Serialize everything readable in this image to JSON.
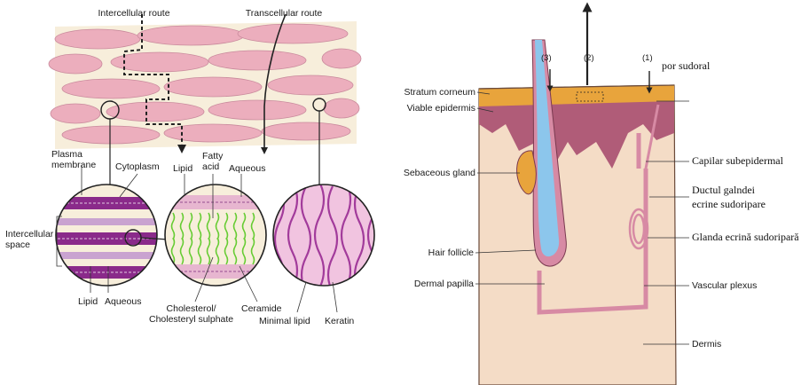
{
  "left_diagram": {
    "route_labels": {
      "intercellular": "Intercellular route",
      "transcellular": "Transcellular route"
    },
    "circle_labels": {
      "plasma_membrane": "Plasma\nmembrane",
      "cytoplasm": "Cytoplasm",
      "intercellular_space": "Intercellular\nspace",
      "lipid_left": "Lipid",
      "aqueous_left": "Aqueous",
      "lipid_mid": "Lipid",
      "fatty_acid": "Fatty\nacid",
      "aqueous_mid": "Aqueous",
      "cholesterol": "Cholesterol/\nCholesteryl sulphate",
      "ceramide": "Ceramide",
      "minimal_lipid": "Minimal lipid",
      "keratin": "Keratin"
    }
  },
  "right_diagram": {
    "arrow_markers": [
      "(3)",
      "(2)",
      "(1)"
    ],
    "labels": {
      "por_sudoral": "por sudoral",
      "stratum_corneum": "Stratum corneum",
      "viable_epidermis": "Viable epidermis",
      "sebaceous_gland": "Sebaceous gland",
      "hair_follicle": "Hair follicle",
      "dermal_papilla": "Dermal papilla",
      "capilar": "Capilar subepidermal",
      "ductul": "Ductul galndei\necrine sudoripare",
      "glanda": "Glanda ecrină sudoripară",
      "vascular_plexus": "Vascular plexus",
      "dermis": "Dermis"
    }
  },
  "colors": {
    "cell_fill": "#ecaebd",
    "lipid_bg": "#f7eedb",
    "purple": "#8a2a8a",
    "green": "#66cc33",
    "skin": "#f4dcc6",
    "epidermis": "#b05c78",
    "corneum": "#e8a43c",
    "follicle_blue": "#8cc6ec"
  }
}
